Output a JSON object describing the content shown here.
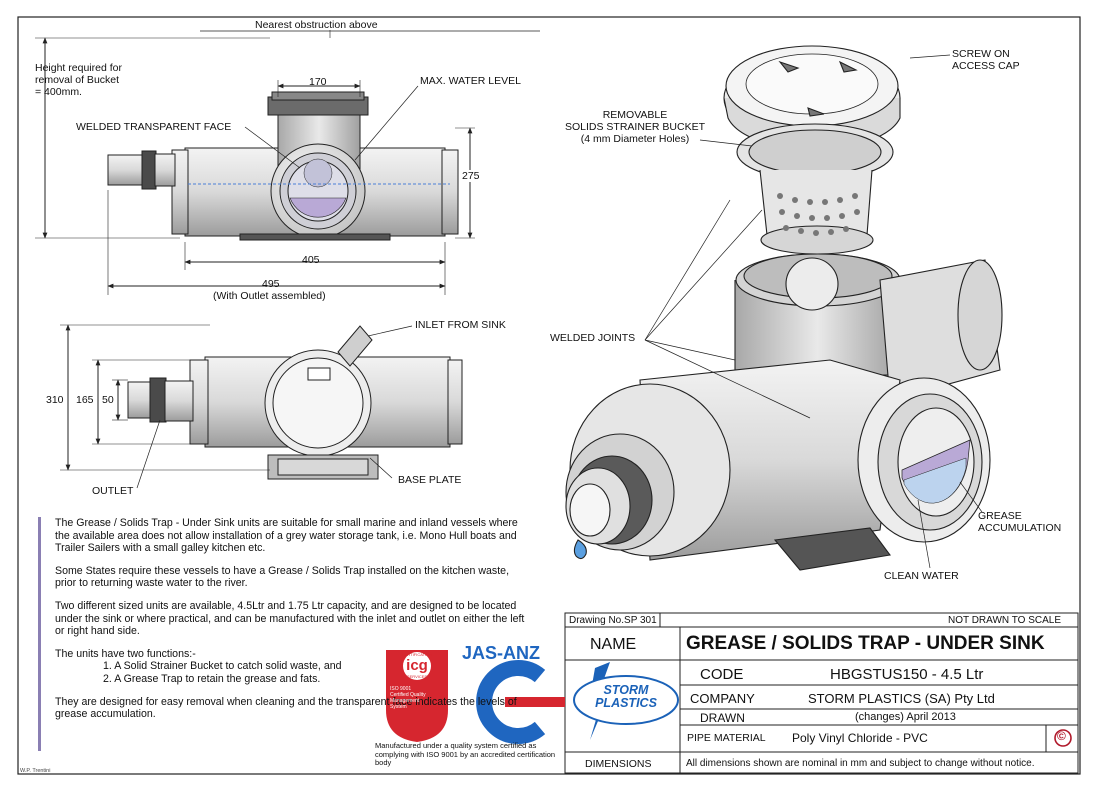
{
  "labels": {
    "nearest_obstruction": "Nearest obstruction above",
    "height_required": [
      "Height required for",
      "removal of Bucket",
      "= 400mm."
    ],
    "welded_face": "WELDED TRANSPARENT FACE",
    "max_water": "MAX. WATER LEVEL",
    "inlet": "INLET FROM SINK",
    "outlet": "OUTLET",
    "base_plate": "BASE PLATE",
    "screw_cap": [
      "SCREW ON",
      "ACCESS CAP"
    ],
    "strainer": [
      "REMOVABLE",
      "SOLIDS STRAINER BUCKET",
      "(4 mm Diameter Holes)"
    ],
    "welded_joints": "WELDED JOINTS",
    "grease": [
      "GREASE",
      "ACCUMULATION"
    ],
    "clean_water": "CLEAN WATER"
  },
  "dimensions": {
    "d170": "170",
    "d275": "275",
    "d405": "405",
    "d495": "495",
    "d495_note": "(With Outlet assembled)",
    "d310": "310",
    "d165": "165",
    "d50": "50"
  },
  "description": {
    "p1": "The Grease / Solids Trap - Under Sink units are suitable for small marine and inland vessels where the available area does not allow installation of a grey water storage tank, i.e. Mono Hull boats and Trailer Sailers with a small galley kitchen etc.",
    "p2": "Some States require these vessels to have a Grease / Solids Trap installed on the kitchen waste, prior to returning waste water to the river.",
    "p3": "Two different sized units are available, 4.5Ltr and 1.75 Ltr capacity, and are designed to be located under the sink or where practical, and can be manufactured with the inlet and outlet on either the left or right hand side.",
    "p4": "The units have two functions:-",
    "f1": "1. A Solid Strainer Bucket to catch solid waste, and",
    "f2": "2. A Grease Trap to retain the grease and fats.",
    "p5": "They are designed for easy removal when cleaning and the transparent face indicates the levels of grease accumulation."
  },
  "certs": {
    "icg": "icg",
    "icg_sub": [
      "CERTIFICATION",
      "SERVICES"
    ],
    "icg_iso": [
      "ISO 9001",
      "Certified Quality",
      "Management",
      "System"
    ],
    "jasanz": "JAS-ANZ",
    "note": "Manufactured under a quality system certified as complying with ISO 9001 by an accredited certification body"
  },
  "title_block": {
    "drawing_no": "Drawing No.SP 301",
    "scale": "NOT DRAWN TO SCALE",
    "name_label": "NAME",
    "name": "GREASE / SOLIDS TRAP - UNDER SINK",
    "code_label": "CODE",
    "code": "HBGSTUS150 - 4.5 Ltr",
    "company_label": "COMPANY",
    "company": "STORM PLASTICS (SA) Pty Ltd",
    "drawn_label": "DRAWN",
    "drawn": "(changes) April 2013",
    "pipe_label": "PIPE MATERIAL",
    "pipe": "Poly Vinyl Chloride - PVC",
    "dims_label": "DIMENSIONS",
    "dims": "All dimensions shown are nominal in mm and subject to change without notice.",
    "logo": [
      "STORM",
      "PLASTICS"
    ],
    "copyright": "©"
  },
  "author": "W.P. Trentini",
  "colors": {
    "accent": "#8a7fb3",
    "grease": "#b9a9d6",
    "water": "#bcd3ee",
    "logo_blue": "#1b62b8",
    "icg_red": "#d6262f",
    "jas_blue": "#1f66c0"
  }
}
